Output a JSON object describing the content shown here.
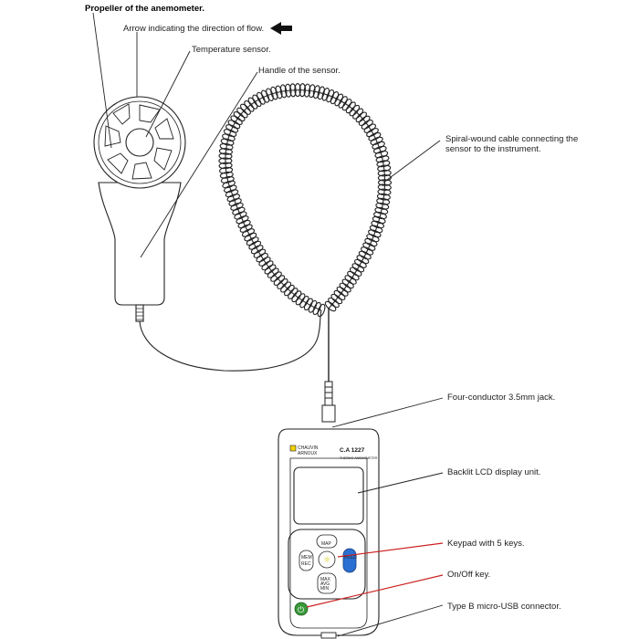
{
  "labels": {
    "propeller": "Propeller of the anemometer.",
    "arrow": "Arrow indicating the direction of flow.",
    "temperature": "Temperature sensor.",
    "handle": "Handle of the sensor.",
    "cable_line1": "Spiral-wound cable connecting the",
    "cable_line2": "sensor to the instrument.",
    "jack": "Four-conductor 3.5mm jack.",
    "lcd": "Backlit LCD display unit.",
    "keypad": "Keypad with 5 keys.",
    "onoff": "On/Off key.",
    "usb": "Type B micro-USB connector."
  },
  "device": {
    "brand_line1": "CHAUVIN",
    "brand_line2": "ARNOUX",
    "model": "C.A 1227",
    "subtitle": "THERMO-ANEMOMETER",
    "key_top": "MAP",
    "key_left_1": "MEM",
    "key_left_2": "REC",
    "key_bottom_1": "MAX",
    "key_bottom_2": "AVG",
    "key_bottom_3": "MIN",
    "key_hold": "HOLD"
  },
  "colors": {
    "line": "#222222",
    "annot": "#cc1f1f",
    "hold_key": "#2a6fd1",
    "power_key": "#3a9a3a",
    "accent_yellow": "#d8c800"
  }
}
